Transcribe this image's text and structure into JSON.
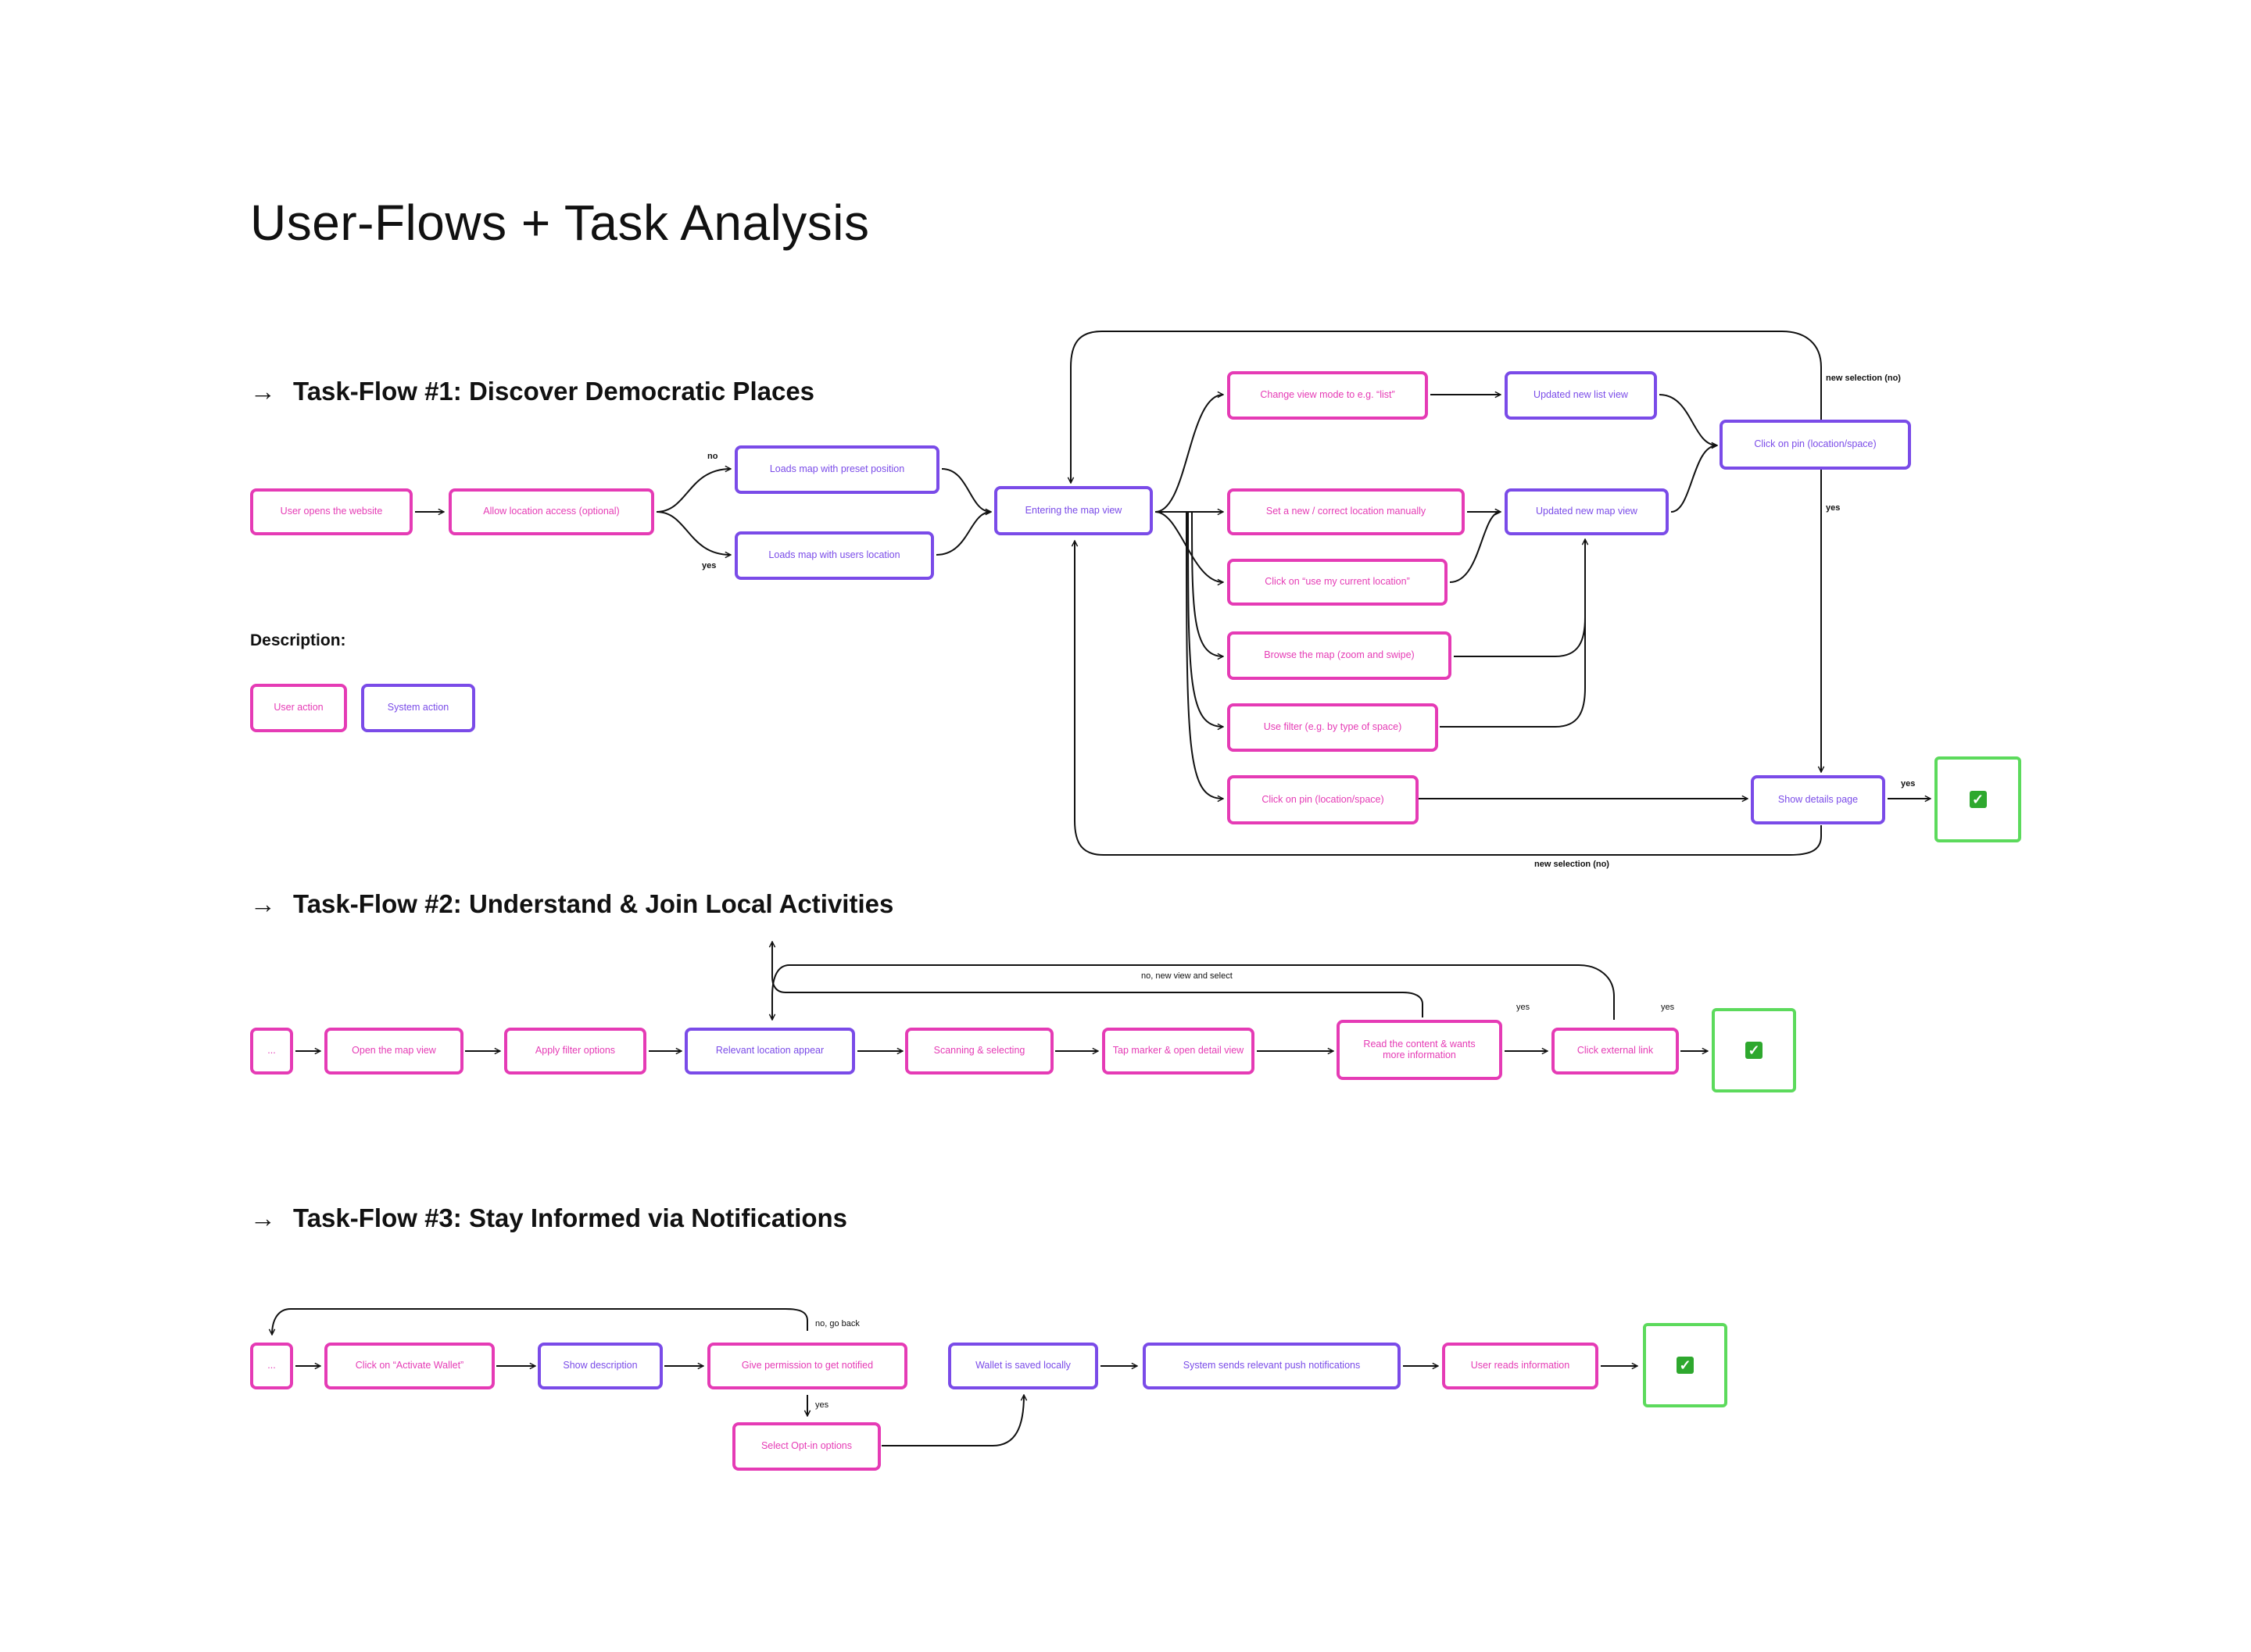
{
  "page_title": "User-Flows + Task Analysis",
  "colors": {
    "user_action": "#E53BB5",
    "system_action": "#7A4BE8",
    "done": "#5CDA5C"
  },
  "done_icon": "check-mark-icon",
  "flow1": {
    "title": "Task-Flow #1: Discover Democratic Places",
    "nodes": {
      "open_website": "User opens the website",
      "allow_location": "Allow location access (optional)",
      "preset_position": "Loads map with preset position",
      "users_location": "Loads map with users location",
      "entering_map": "Entering the map view",
      "change_view": "Change view mode to e.g. “list”",
      "updated_list": "Updated new list view",
      "click_pin_top": "Click on pin (location/space)",
      "set_location": "Set a new / correct location manually",
      "updated_map": "Updated new map view",
      "use_current": "Click on “use my current location”",
      "browse_map": "Browse the map (zoom and swipe)",
      "use_filter": "Use filter (e.g. by type of space)",
      "click_pin_bottom": "Click on pin (location/space)",
      "show_details": "Show details page",
      "done": "✓"
    },
    "labels": {
      "no": "no",
      "yes": "yes",
      "new_selection_top": "new selection (no)",
      "yes_down": "yes",
      "yes_done": "yes",
      "new_selection_bottom": "new selection (no)"
    }
  },
  "legend": {
    "title": "Description:",
    "user_action": "User action",
    "system_action": "System action"
  },
  "flow2": {
    "title": "Task-Flow #2: Understand & Join Local Activities",
    "nodes": {
      "start": "...",
      "open_map": "Open the map view",
      "apply_filter": "Apply filter options",
      "relevant_location": "Relevant location appear",
      "scanning": "Scanning & selecting",
      "tap_marker": "Tap marker & open detail view",
      "read_content": "Read the content & wants more information",
      "click_external": "Click external link",
      "done": "✓"
    },
    "labels": {
      "loop": "no, new view and select",
      "yes_1": "yes",
      "yes_2": "yes"
    }
  },
  "flow3": {
    "title": "Task-Flow #3: Stay Informed via Notifications",
    "nodes": {
      "start": "...",
      "activate_wallet": "Click on “Activate Wallet”",
      "show_description": "Show description",
      "give_permission": "Give permission to get notified",
      "select_optin": "Select Opt-in options",
      "wallet_saved": "Wallet is saved locally",
      "push_notifications": "System sends relevant push  notifications",
      "user_reads": "User reads information",
      "done": "✓"
    },
    "labels": {
      "go_back": "no, go back",
      "yes": "yes"
    }
  }
}
